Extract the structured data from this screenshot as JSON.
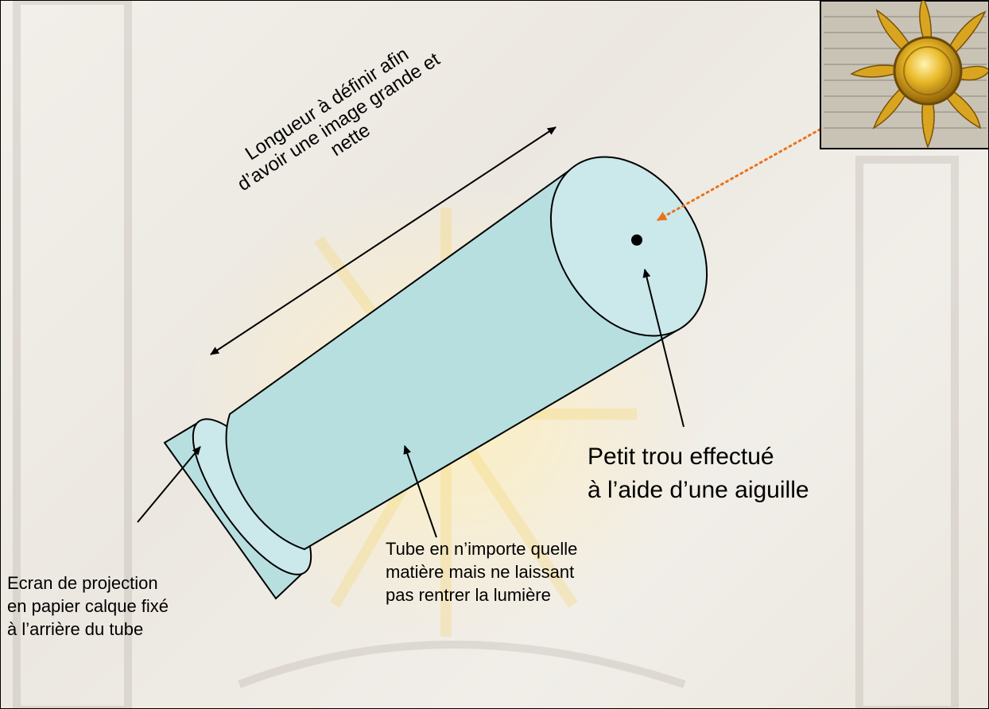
{
  "labels": {
    "length": "Longueur à définir afin\nd’avoir une image grande et\nnette",
    "hole": "Petit trou effectué\nà l’aide d’une aiguille",
    "tube": "Tube en n’importe quelle\nmatière mais ne laissant\npas rentrer la lumière",
    "screen": "Ecran de projection\nen papier calque fixé\nà l’arrière du tube"
  },
  "colors": {
    "tube_fill": "#b8dfe0",
    "tube_end_fill": "#cbe8ea",
    "outline": "#000000",
    "light_ray": "#e8731c",
    "sun_gold": "#d9a521"
  },
  "icons": {
    "sun": "sun-emblem-icon"
  }
}
